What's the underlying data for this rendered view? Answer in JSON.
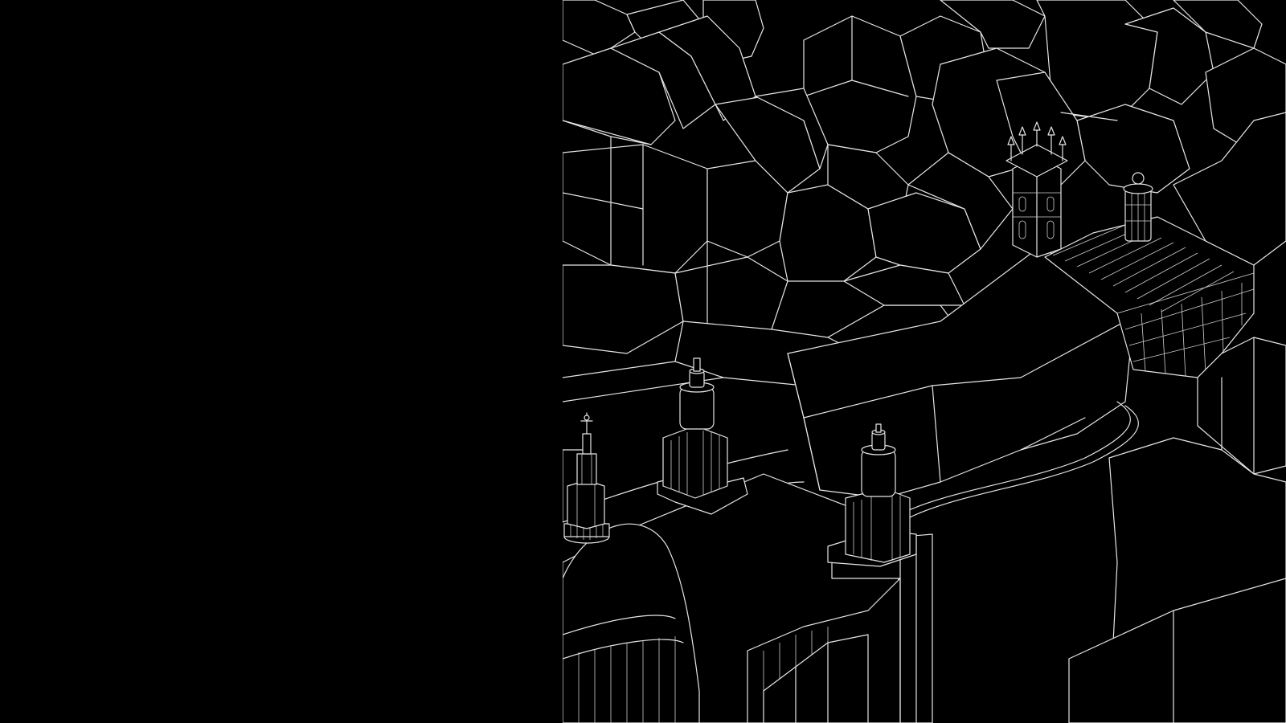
{
  "scene": {
    "background_color": "#000000",
    "line_color": "#e6e6e6",
    "style": "white line-art axonometric city drawing on black",
    "elements": {
      "dome": "dome-with-cross",
      "towers": [
        "west-tower-left",
        "west-tower-right",
        "front-tower"
      ],
      "church_tower": "gothic-church-tower",
      "glass_building": "glass-facade-building",
      "lantern": "lantern-cupola"
    }
  }
}
